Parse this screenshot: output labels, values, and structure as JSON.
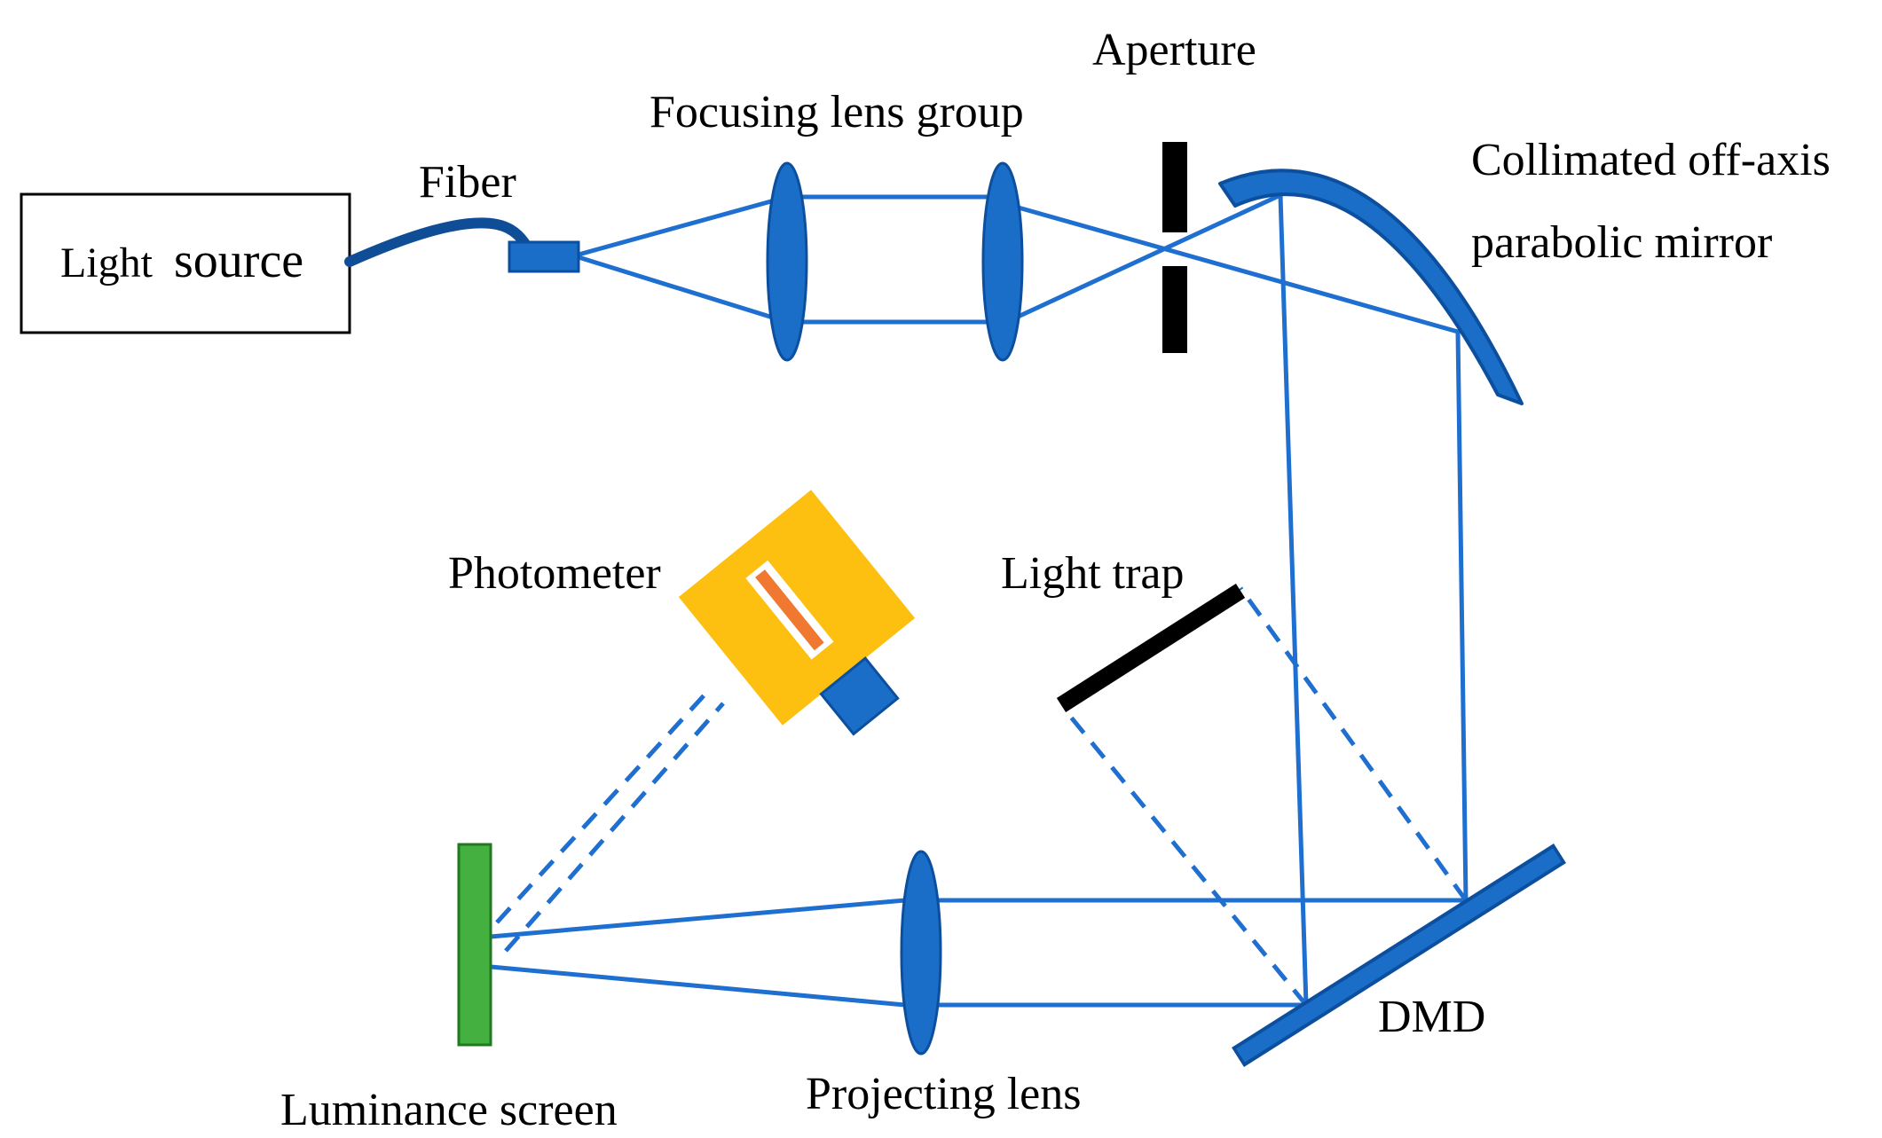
{
  "labels": {
    "light_source_small": "Light",
    "light_source_big": "source",
    "fiber": "Fiber",
    "focusing_lens_group": "Focusing lens group",
    "aperture": "Aperture",
    "mirror_line1": "Collimated off-axis",
    "mirror_line2": "parabolic mirror",
    "photometer": "Photometer",
    "light_trap": "Light trap",
    "luminance_screen": "Luminance screen",
    "projecting_lens": "Projecting lens",
    "dmd": "DMD"
  },
  "colors": {
    "ray": "#1f6fd0",
    "component_blue": "#1a6ec8",
    "component_outline": "#0b4f9e",
    "fiber": "#0f4e96",
    "photometer_body": "#fdc010",
    "photometer_slit": "#f07830",
    "screen_green": "#44b040",
    "screen_outline": "#1f7a1f",
    "black": "#000000"
  }
}
